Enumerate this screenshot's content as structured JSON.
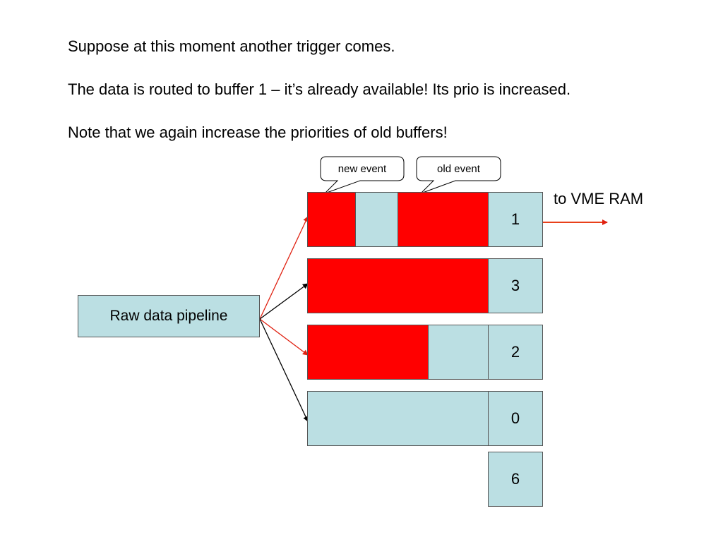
{
  "text": {
    "line1": "Suppose at this moment another trigger comes.",
    "line2": "The data is routed to buffer 1 – it’s already available! Its prio is increased.",
    "line3": "Note that we again increase the priorities of old buffers!"
  },
  "pipeline_label": "Raw data pipeline",
  "callouts": {
    "new_event": "new event",
    "old_event": "old event"
  },
  "output_label": "to VME RAM",
  "buffers": [
    {
      "priority": "1",
      "segments": [
        "red",
        "blue",
        "red"
      ]
    },
    {
      "priority": "3",
      "segments": [
        "red"
      ]
    },
    {
      "priority": "2",
      "segments": [
        "red",
        "blue"
      ]
    },
    {
      "priority": "0",
      "segments": [
        "blue"
      ]
    }
  ],
  "spare_buffer": {
    "priority": "6"
  },
  "colors": {
    "filled": "#ff0000",
    "empty": "#bbdfe3",
    "active_arrow": "#e02010",
    "idle_arrow": "#000000"
  }
}
